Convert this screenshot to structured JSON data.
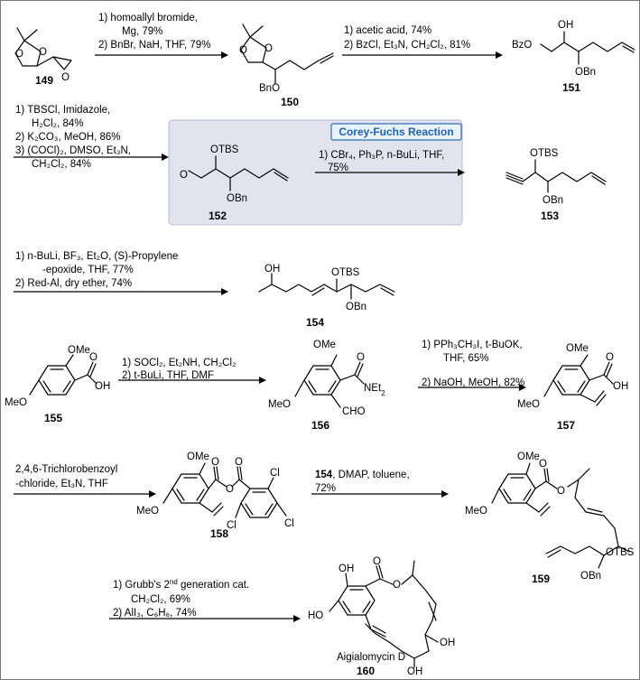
{
  "highlight": {
    "title": "Corey-Fuchs Reaction"
  },
  "compounds": {
    "c149": "149",
    "c150": "150",
    "c151": "151",
    "c152": "152",
    "c153": "153",
    "c154": "154",
    "c155": "155",
    "c156": "156",
    "c157": "157",
    "c158": "158",
    "c159": "159",
    "c160": "160",
    "c160_name": "Aigialomycin D"
  },
  "groups": {
    "OBn": "OBn",
    "BnO": "BnO",
    "OTBS": "OTBS",
    "OH": "OH",
    "BzO": "BzO",
    "O": "O",
    "OMe": "OMe",
    "MeO": "MeO",
    "HO": "HO",
    "Cl": "Cl",
    "NEt2": "NEt",
    "CHO": "CHO"
  },
  "steps": {
    "s1": [
      "1) homoallyl bromide,",
      "Mg, 79%",
      "2) BnBr, NaH, THF, 79%"
    ],
    "s2": [
      "1) acetic acid, 74%",
      "2) BzCl, Et₃N, CH₂Cl₂, 81%"
    ],
    "s3": [
      "1) TBSCl, Imidazole,",
      "H₂Cl₂, 84%",
      "2) K₂CO₃, MeOH, 86%",
      "3) (COCl)₂, DMSO, Et₃N,",
      "CH₂Cl₂, 84%"
    ],
    "s4": [
      "1) CBr₄, Ph₃P, n-BuLi, THF,",
      "75%"
    ],
    "s5": [
      "1) n-BuLi, BF₃, Et₂O, (S)-Propylene",
      "-epoxide, THF, 77%",
      "2) Red-Al, dry ether, 74%"
    ],
    "s6": [
      "1) SOCl₂, Et₂NH, CH₂Cl₂",
      "2) t-BuLi, THF, DMF"
    ],
    "s7": [
      "1) PPh₃CH₃I, t-BuOK,",
      "THF, 65%",
      "2) NaOH, MeOH, 82%"
    ],
    "s8": [
      "2,4,6-Trichlorobenzoyl",
      "-chloride, Et₃N, THF"
    ],
    "s9": [
      "154, DMAP, toluene,",
      "72%"
    ],
    "s10": [
      "1) Grubb's 2nd generation cat.",
      "CH₂Cl₂, 69%",
      "2) AlI₃, C₆H₆, 74%"
    ]
  }
}
